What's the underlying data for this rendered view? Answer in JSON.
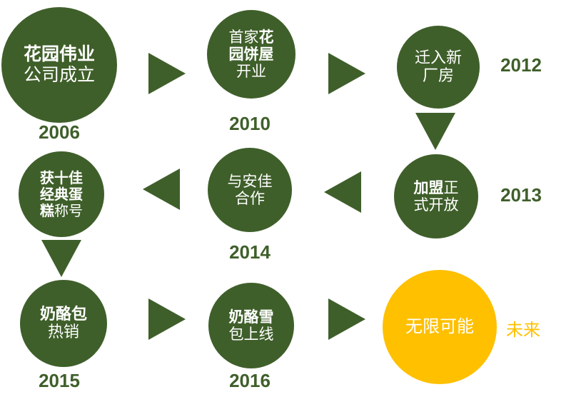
{
  "colors": {
    "green": "#3f5f2a",
    "yellow": "#ffc000"
  },
  "milestones": [
    {
      "lines": [
        {
          "parts": [
            {
              "t": "花园伟业",
              "b": true
            }
          ]
        },
        {
          "parts": [
            {
              "t": "公司成立"
            }
          ]
        }
      ],
      "year": "2006"
    },
    {
      "lines": [
        {
          "parts": [
            {
              "t": "首家"
            },
            {
              "t": "花",
              "b": true
            }
          ]
        },
        {
          "parts": [
            {
              "t": "园饼屋",
              "b": true
            }
          ]
        },
        {
          "parts": [
            {
              "t": "开业"
            }
          ]
        }
      ],
      "year": "2010"
    },
    {
      "lines": [
        {
          "parts": [
            {
              "t": "迁入新"
            }
          ]
        },
        {
          "parts": [
            {
              "t": "厂房"
            }
          ]
        }
      ],
      "year": "2012"
    },
    {
      "lines": [
        {
          "parts": [
            {
              "t": "加盟",
              "b": true
            },
            {
              "t": "正"
            }
          ]
        },
        {
          "parts": [
            {
              "t": "式开放"
            }
          ]
        }
      ],
      "year": "2013"
    },
    {
      "lines": [
        {
          "parts": [
            {
              "t": "与安佳"
            }
          ]
        },
        {
          "parts": [
            {
              "t": "合作"
            }
          ]
        }
      ],
      "year": "2014"
    },
    {
      "lines": [
        {
          "parts": [
            {
              "t": "获十佳",
              "b": true
            }
          ]
        },
        {
          "parts": [
            {
              "t": "经典蛋",
              "b": true
            }
          ]
        },
        {
          "parts": [
            {
              "t": "糕",
              "b": true
            },
            {
              "t": "称号"
            }
          ]
        }
      ],
      "year": ""
    },
    {
      "lines": [
        {
          "parts": [
            {
              "t": "奶酪包",
              "b": true
            }
          ]
        },
        {
          "parts": [
            {
              "t": "热销"
            }
          ]
        }
      ],
      "year": "2015"
    },
    {
      "lines": [
        {
          "parts": [
            {
              "t": "奶酪雪",
              "b": true
            }
          ]
        },
        {
          "parts": [
            {
              "t": "包上线"
            }
          ]
        }
      ],
      "year": "2016"
    },
    {
      "lines": [
        {
          "parts": [
            {
              "t": "无限可能"
            }
          ]
        }
      ],
      "year": ""
    }
  ],
  "future_label": "未来"
}
